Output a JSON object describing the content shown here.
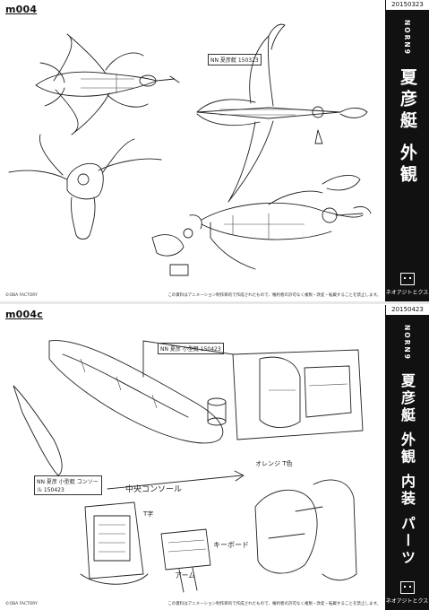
{
  "sheet1": {
    "code": "m004",
    "date": "20150323",
    "series": "NORN9",
    "title": "夏彦艇 外観",
    "footer_left": "©OBA FACTORY",
    "footer_right": "この資料はアニメーション制作目的で作成されたもので、権利者の許可なく複製・改変・転載することを禁止します。",
    "logo_text": "ネオアジトとクス",
    "notes": [
      "NN",
      "夏彦艇",
      "150323"
    ]
  },
  "sheet2": {
    "code": "m004c",
    "date": "20150423",
    "series": "NORN9",
    "title": "夏彦艇 外観 内装 パーツ",
    "footer_left": "©OBA FACTORY",
    "footer_right": "この資料はアニメーション制作目的で作成されたもので、権利者の許可なく複製・改変・転載することを禁止します。",
    "logo_text": "ネオアジトとクス",
    "notes": [
      "NN",
      "夏彦 小型艇",
      "150423",
      "中央コンソール",
      "オレンジ T色",
      "キーボード",
      "アーム",
      "T字",
      "NN 夏彦 小型艇 コンソール 150423"
    ]
  }
}
